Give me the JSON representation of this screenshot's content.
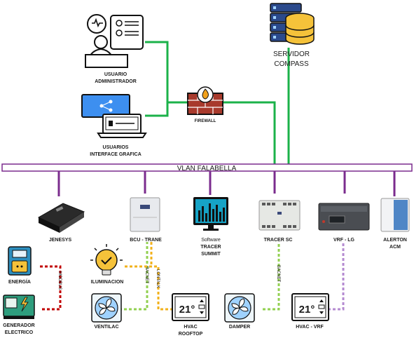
{
  "nodes": {
    "admin": [
      "USUARIO",
      "ADMINISTRADOR"
    ],
    "gui_users": [
      "USUARIOS",
      "INTERFACE GRAFICA"
    ],
    "firewall": "FIREWALL",
    "server": [
      "SERVIDOR",
      "COMPASS"
    ],
    "vlan": "VLAN FALABELLA",
    "jenesys": "JENESYS",
    "bcu": "BCU - TRANE",
    "tracer_summit": [
      "Software",
      "TRACER",
      "SUMMIT"
    ],
    "tracer_sc": "TRACER SC",
    "vrf_lg": "VRF - LG",
    "alerton": [
      "ALERTON",
      "ACM"
    ],
    "energia": "ENERGÍA",
    "generador": [
      "GENERADOR",
      "ELECTRICO"
    ],
    "iluminacion": "ILUMINACION",
    "ventilac": "VENTILAC",
    "hvac_rooftop": [
      "HVAC",
      "ROOFTOP"
    ],
    "damper": "DAMPER",
    "hvac_vrf": "HVAC - VRF"
  },
  "protocols": {
    "modbus": "MODBUS",
    "bacnet_bcu": "BACNET",
    "lontalk": "LONTALK",
    "bacnet_sc": "BACNET"
  },
  "thermostat_reading": "21°",
  "colors": {
    "ethernet": "#1bb24a",
    "vlan": "#7b2c8e",
    "modbus": "#c00000",
    "bacnet": "#92d050",
    "lontalk": "#f2b21c",
    "lg_link": "#b48ad0"
  }
}
